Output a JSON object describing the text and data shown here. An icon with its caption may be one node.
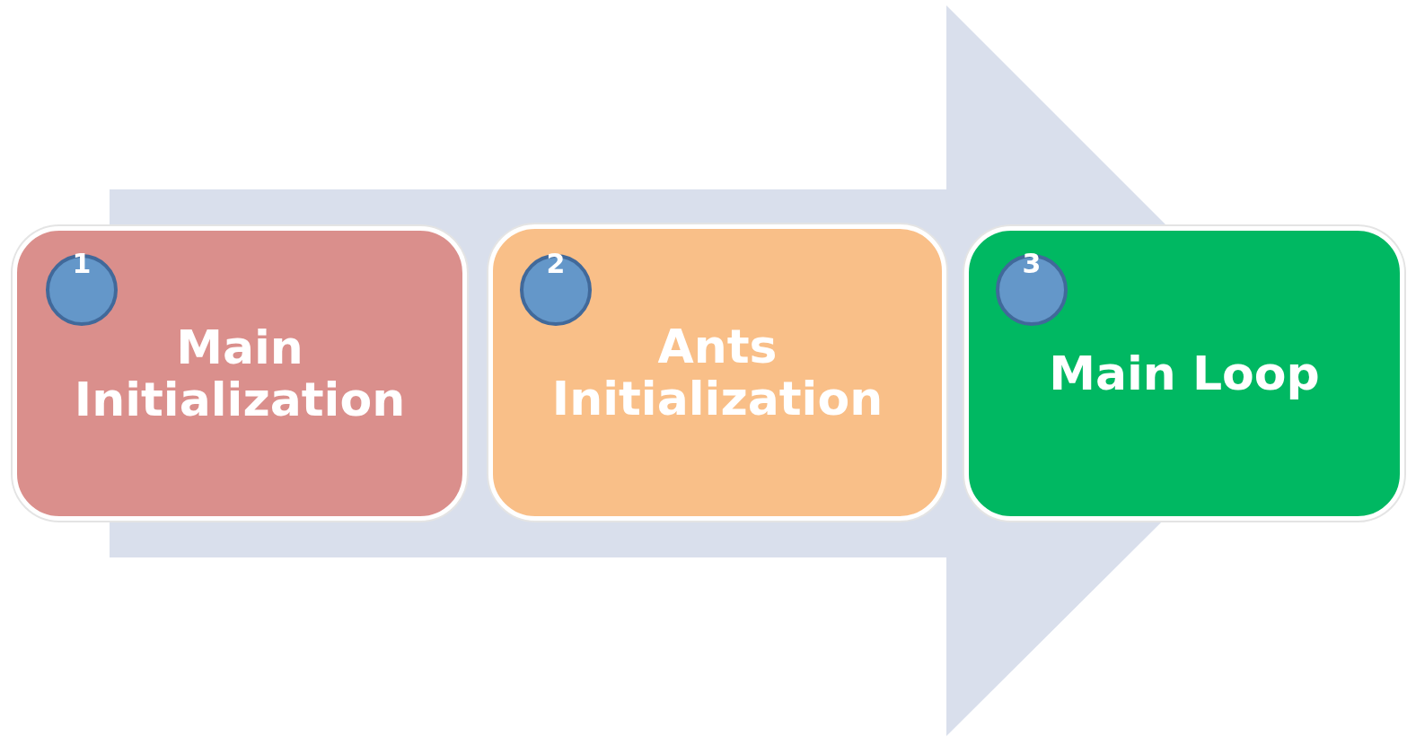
{
  "diagram": {
    "nodes": [
      {
        "text": [
          "Main Initialization"
        ]
      },
      {
        "text": [
          "1"
        ],
        "in": 0
      },
      {
        "text": [
          "Ants Initialization"
        ]
      },
      {
        "text": [
          "2"
        ],
        "in": 2
      },
      {
        "text": [
          "Main Loop"
        ]
      },
      {
        "text": [
          "3"
        ],
        "in": 4
      }
    ]
  }
}
